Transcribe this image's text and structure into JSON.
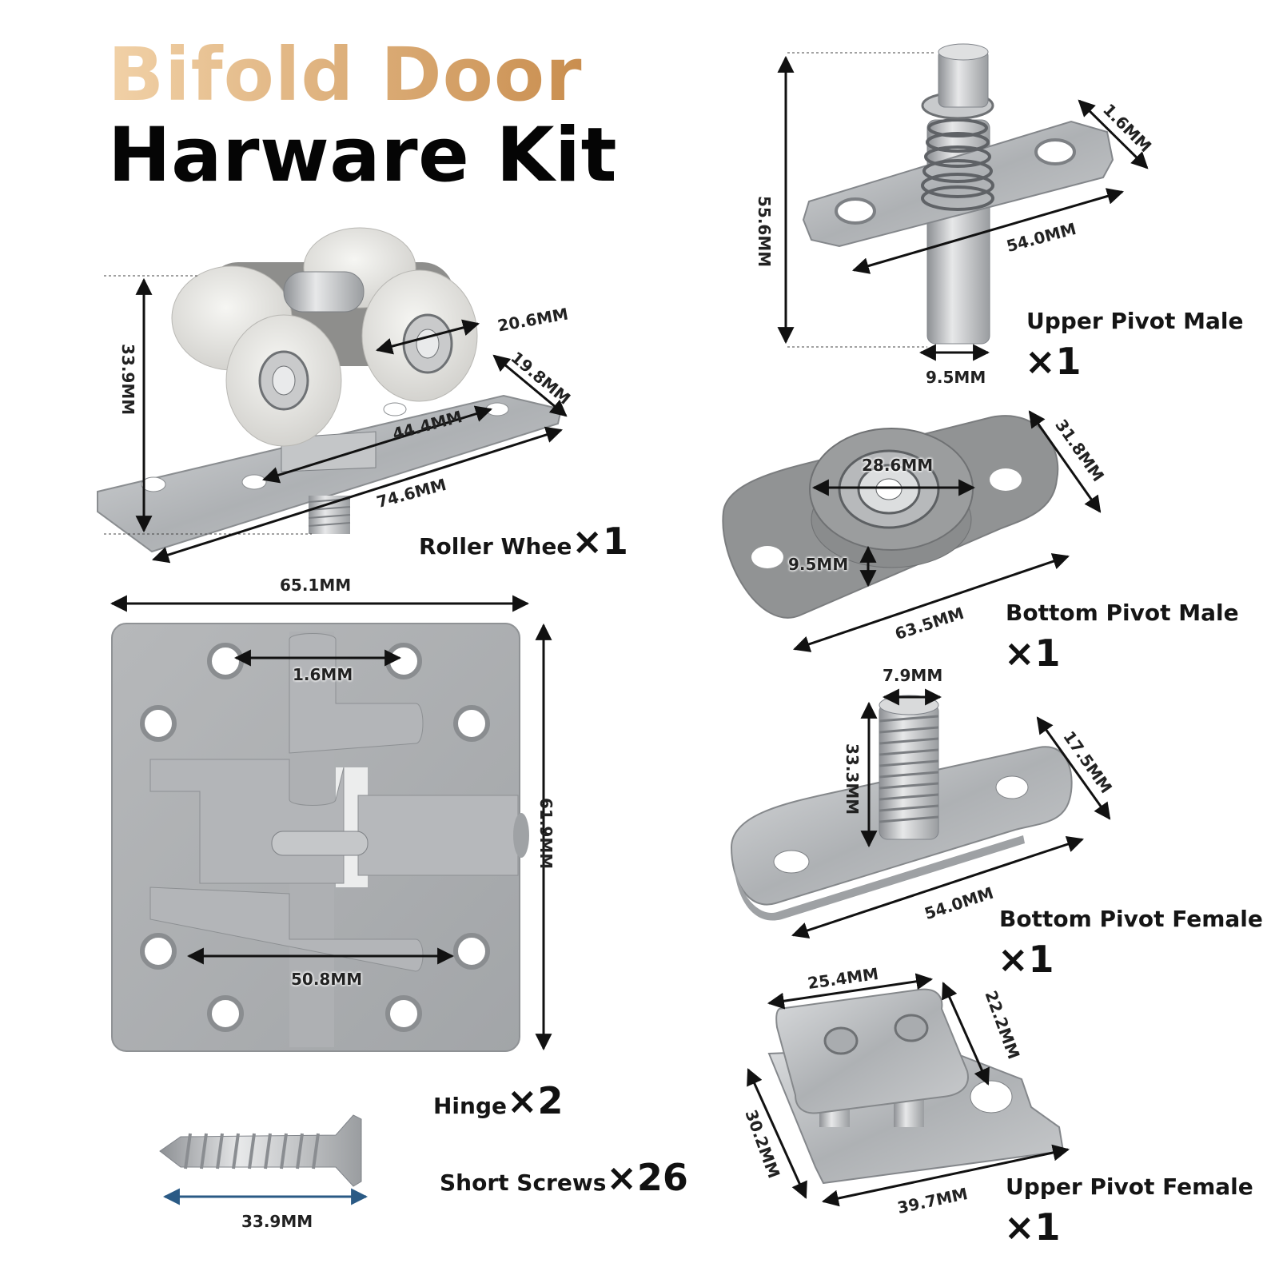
{
  "title": {
    "line1": "Bifold Door",
    "line2": "Harware Kit"
  },
  "colors": {
    "title_accent": "#e1b079",
    "metal": "#b9bcc0",
    "hinge": "#a9acaf",
    "nylon": "#ecebe7",
    "pivot_plastic": "#8f9192"
  },
  "parts": {
    "roller_wheel": {
      "name": "Roller Whee",
      "qty": "×1",
      "dims": {
        "width": "20.6MM",
        "plate_width": "19.8MM",
        "hole_spacing": "44.4MM",
        "length": "74.6MM",
        "height": "33.9MM"
      }
    },
    "upper_pivot_male": {
      "name": "Upper Pivot Male",
      "qty": "×1",
      "dims": {
        "height": "55.6MM",
        "thickness": "1.6MM",
        "length": "54.0MM",
        "pin": "9.5MM"
      }
    },
    "bottom_pivot_male": {
      "name": "Bottom Pivot Male",
      "qty": "×1",
      "dims": {
        "wheel": "28.6MM",
        "width": "31.8MM",
        "wheel_height": "9.5MM",
        "length": "63.5MM"
      }
    },
    "bottom_pivot_female": {
      "name": "Bottom Pivot Female",
      "qty": "×1",
      "dims": {
        "stud": "7.9MM",
        "width": "17.5MM",
        "stud_height": "33.3MM",
        "length": "54.0MM"
      }
    },
    "upper_pivot_female": {
      "name": "Upper Pivot Female",
      "qty": "×1",
      "dims": {
        "top_width": "25.4MM",
        "top_depth": "22.2MM",
        "height": "30.2MM",
        "length": "39.7MM"
      }
    },
    "hinge": {
      "name": "Hinge",
      "qty": "×2",
      "dims": {
        "width": "65.1MM",
        "thickness": "1.6MM",
        "height": "61.9MM",
        "hole_spacing": "50.8MM"
      }
    },
    "short_screws": {
      "name": "Short Screws",
      "qty": "×26",
      "dims": {
        "length": "33.9MM"
      }
    }
  }
}
